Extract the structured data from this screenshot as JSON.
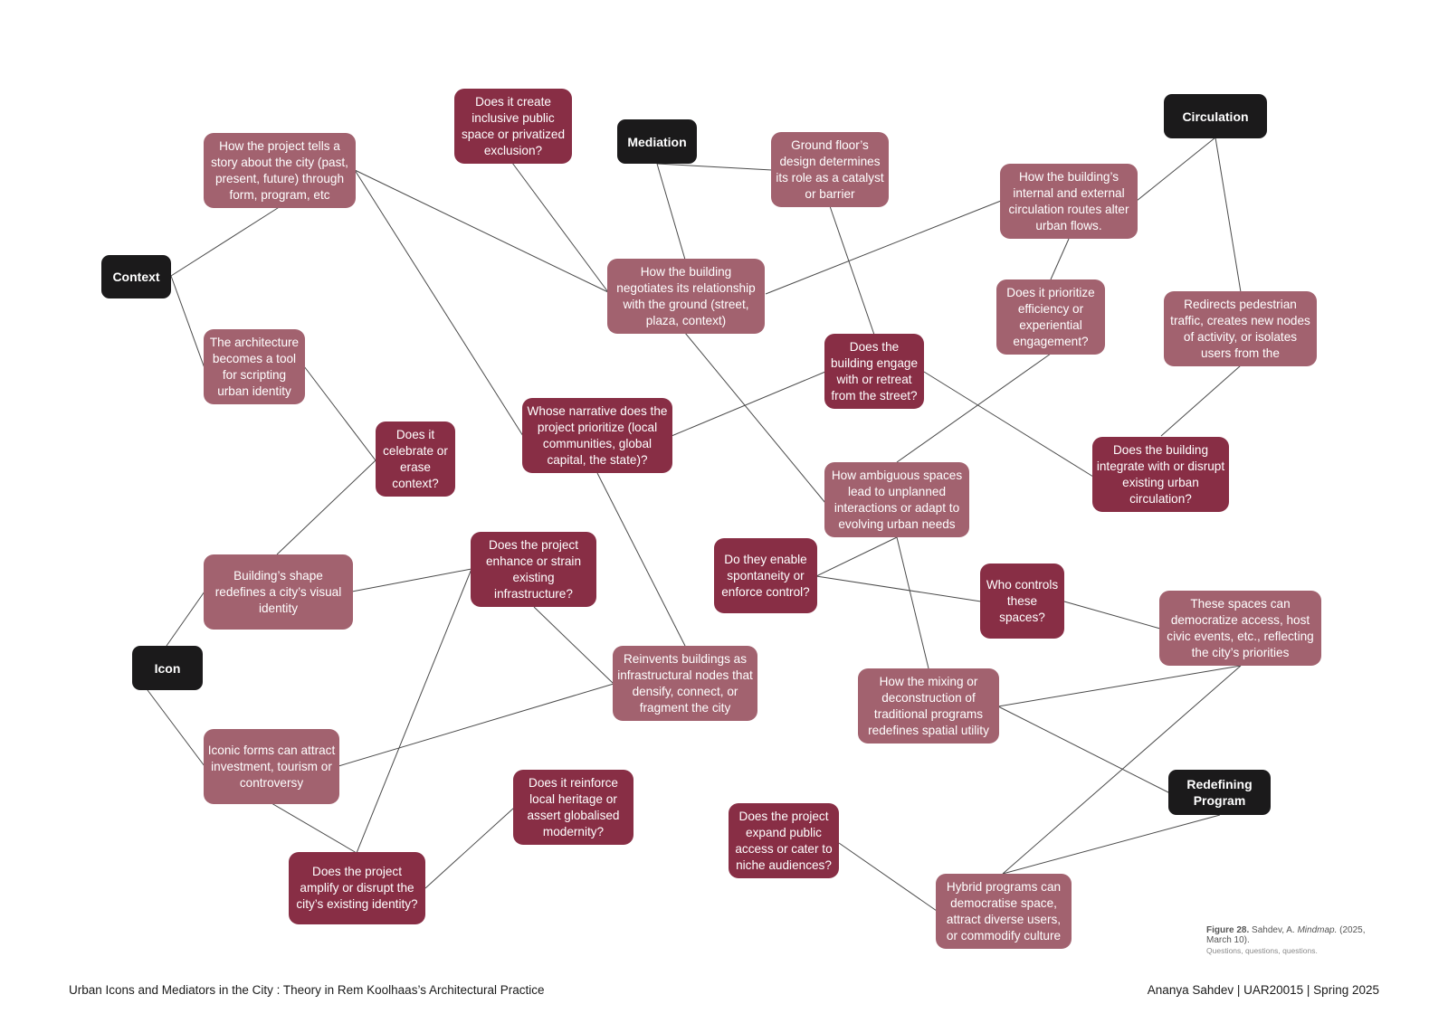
{
  "nodes": {
    "context": "Context",
    "mediation": "Mediation",
    "circulation": "Circulation",
    "icon": "Icon",
    "redefining": "Redefining Program",
    "story": "How the project tells a story about the city (past, present, future) through form, program, etc",
    "inclusive": "Does it create inclusive public space or privatized exclusion?",
    "groundfloor": "Ground floor’s design determines its role as a catalyst or barrier",
    "internal": "How the building’s internal and external circulation routes alter urban flows.",
    "negotiates": "How the building negotiates its relationship with the ground (street, plaza, context)",
    "prioritize": "Does it prioritize efficiency or experiential engagement?",
    "redirects": "Redirects pedestrian traffic, creates new nodes of activity, or isolates users from the",
    "scripting": "The architecture becomes a tool for scripting urban identity",
    "engage": "Does the building engage with or retreat from the street?",
    "celebrate": "Does it celebrate or erase context?",
    "narrative": "Whose narrative does the project prioritize (local communities, global capital, the state)?",
    "integrate": "Does the building integrate with or disrupt existing urban circulation?",
    "ambiguous": "How ambiguous spaces lead to unplanned interactions or adapt to evolving urban needs",
    "enhance": "Does the project enhance or strain existing infrastructure?",
    "shape": "Building’s shape redefines a city’s visual identity",
    "spontaneity": "Do they enable spontaneity or enforce control?",
    "controls": "Who controls these spaces?",
    "democratize": "These spaces can democratize access, host civic events, etc., reflecting the city’s priorities",
    "reinvents": "Reinvents buildings as infrastructural nodes that densify, connect, or fragment the city",
    "mixing": "How the mixing or deconstruction of traditional programs redefines spatial utility",
    "iconic": "Iconic forms can attract investment, tourism or controversy",
    "reinforce": "Does it reinforce local heritage or assert globalised modernity?",
    "expand": "Does the project expand public access or cater to niche audiences?",
    "amplify": "Does the project amplify or disrupt the city’s existing identity?",
    "hybrid": "Hybrid programs can democratise space, attract diverse users, or commodify culture"
  },
  "caption": {
    "figure": "Figure 28.",
    "author": "Sahdev, A.",
    "title": "Mindmap.",
    "date": "(2025, March 10).",
    "subtitle": "Questions, questions, questions."
  },
  "footer": {
    "left": "Urban Icons and Mediators in the City : Theory in Rem Koolhaas’s Architectural Practice",
    "right": "Ananya Sahdev | UAR20015 | Spring 2025"
  }
}
